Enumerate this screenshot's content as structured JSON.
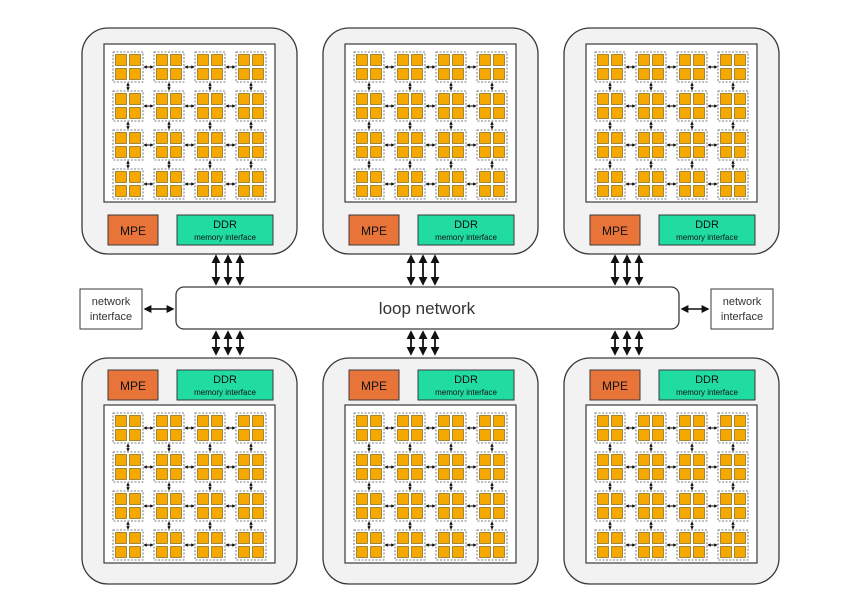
{
  "diagram": {
    "center": {
      "label": "loop network"
    },
    "left_interface": {
      "line1": "network",
      "line2": "interface"
    },
    "right_interface": {
      "line1": "network",
      "line2": "interface"
    },
    "cluster_labels": {
      "mpe": "MPE",
      "ddr_title": "DDR",
      "ddr_subtitle": "memory interface"
    },
    "clusters": [
      {
        "id": "top-left",
        "row": "top"
      },
      {
        "id": "top-middle",
        "row": "top"
      },
      {
        "id": "top-right",
        "row": "top"
      },
      {
        "id": "bottom-left",
        "row": "bottom"
      },
      {
        "id": "bottom-middle",
        "row": "bottom"
      },
      {
        "id": "bottom-right",
        "row": "bottom"
      }
    ],
    "mesh": {
      "rows": 4,
      "cols": 4,
      "cores_per_group": 4
    },
    "links_per_cluster": 3,
    "colors": {
      "core": "#f5a800",
      "core_border": "#6b5200",
      "mpe": "#e8743a",
      "ddr": "#20dca0",
      "cluster_bg": "#f2f2f2",
      "border": "#3a3a3a"
    }
  }
}
